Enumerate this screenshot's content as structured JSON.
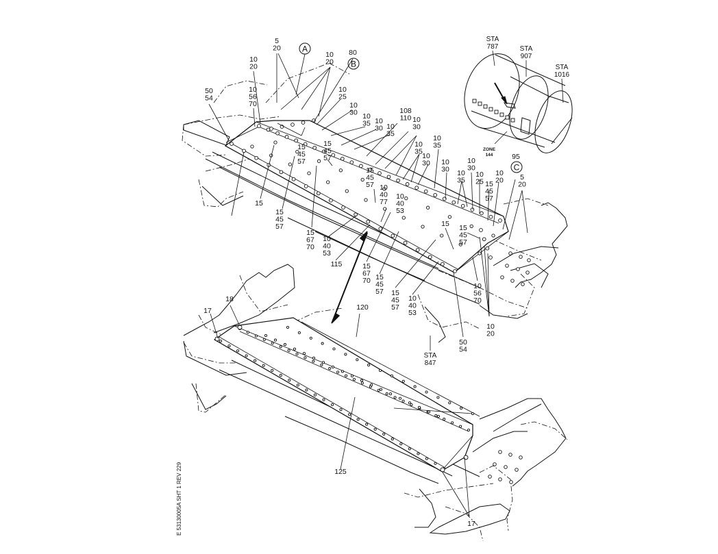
{
  "figure_id": "E 53130005A SHT 1 REV 229",
  "detail_letters": [
    "A",
    "B",
    "C"
  ],
  "locator": {
    "stations": [
      {
        "label": "STA",
        "value": "787"
      },
      {
        "label": "STA",
        "value": "907"
      },
      {
        "label": "STA",
        "value": "1016"
      }
    ],
    "zone_label": "ZONE",
    "zone_value": "144"
  },
  "station_bottom": {
    "label": "STA",
    "value": "847"
  },
  "callouts_upper": [
    [
      "5",
      "20"
    ],
    [
      "10",
      "20"
    ],
    [
      "10",
      "20"
    ],
    [
      "80"
    ],
    [
      "50",
      "54"
    ],
    [
      "10",
      "56",
      "70"
    ],
    [
      "10",
      "25"
    ],
    [
      "10",
      "30"
    ],
    [
      "10",
      "35"
    ],
    [
      "10",
      "30"
    ],
    [
      "10",
      "35"
    ],
    [
      "108",
      "110"
    ],
    [
      "10",
      "30"
    ],
    [
      "15",
      "45",
      "57"
    ],
    [
      "15",
      "45",
      "57"
    ],
    [
      "10",
      "35"
    ],
    [
      "10",
      "35"
    ],
    [
      "10",
      "30"
    ],
    [
      "15",
      "45",
      "57"
    ],
    [
      "10",
      "30"
    ],
    [
      "10",
      "30"
    ],
    [
      "10",
      "25"
    ],
    [
      "10",
      "20"
    ],
    [
      "95"
    ],
    [
      "5",
      "20"
    ],
    [
      "10",
      "35"
    ],
    [
      "15",
      "45",
      "57"
    ],
    [
      "10",
      "40",
      "77"
    ],
    [
      "10",
      "40",
      "53"
    ],
    [
      "15"
    ],
    [
      "15",
      "45",
      "57"
    ],
    [
      "15",
      "67",
      "70"
    ],
    [
      "10",
      "40",
      "53"
    ],
    [
      "115"
    ],
    [
      "15",
      "67",
      "70"
    ],
    [
      "15",
      "45",
      "57"
    ],
    [
      "15",
      "45",
      "57"
    ],
    [
      "10",
      "40",
      "53"
    ],
    [
      "15"
    ],
    [
      "15",
      "45",
      "57"
    ],
    [
      "10",
      "56",
      "70"
    ],
    [
      "10",
      "20"
    ],
    [
      "50",
      "54"
    ]
  ],
  "callouts_lower": [
    [
      "120"
    ],
    [
      "18"
    ],
    [
      "17"
    ],
    [
      "125"
    ],
    [
      "17"
    ]
  ]
}
